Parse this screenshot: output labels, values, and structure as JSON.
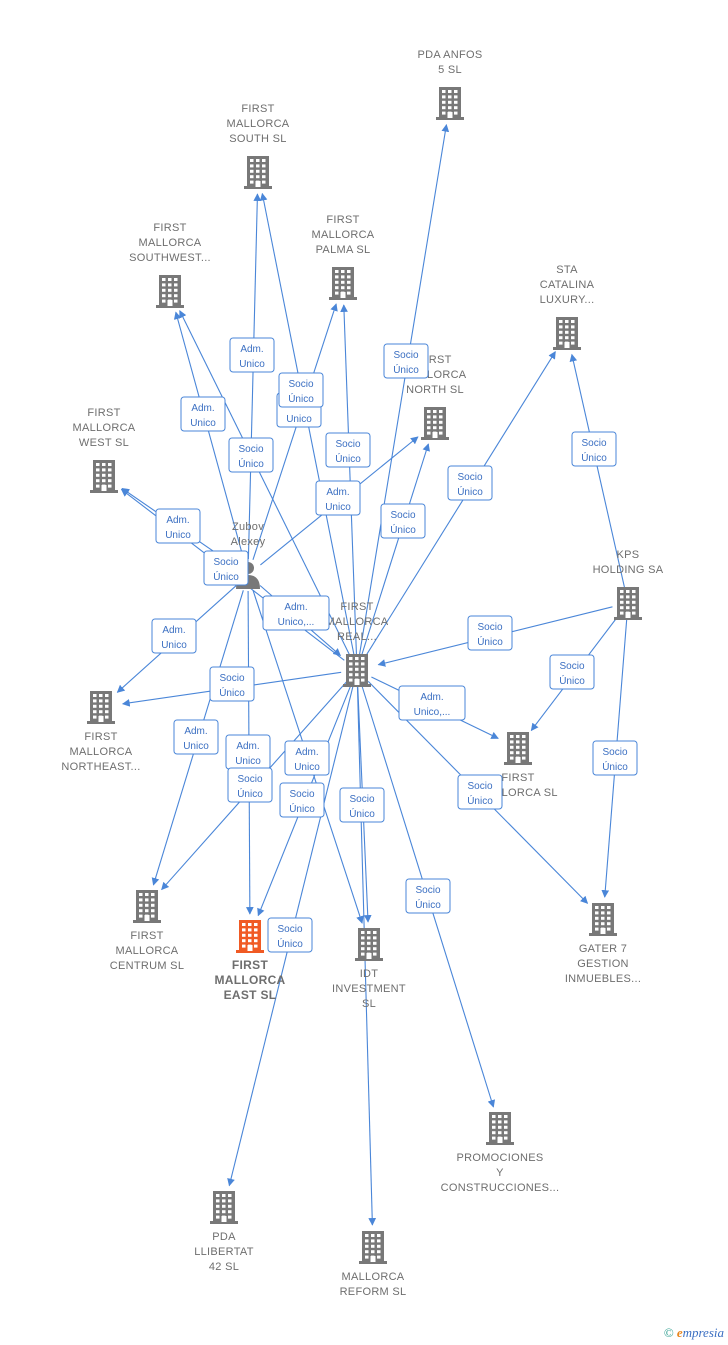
{
  "colors": {
    "edge": "#4a86d8",
    "building": "#787878",
    "focus": "#f05a24",
    "person": "#787878"
  },
  "nodes": [
    {
      "id": "pda_anfos",
      "lines": [
        "PDA ANFOS",
        "5  SL"
      ],
      "icon": "building-icon",
      "label_pos": "above"
    },
    {
      "id": "fm_south",
      "lines": [
        "FIRST",
        "MALLORCA",
        "SOUTH  SL"
      ],
      "icon": "building-icon",
      "label_pos": "above"
    },
    {
      "id": "fm_southwest",
      "lines": [
        "FIRST",
        "MALLORCA",
        "SOUTHWEST..."
      ],
      "icon": "building-icon",
      "label_pos": "above"
    },
    {
      "id": "fm_palma",
      "lines": [
        "FIRST",
        "MALLORCA",
        "PALMA  SL"
      ],
      "icon": "building-icon",
      "label_pos": "above"
    },
    {
      "id": "sta_catalina",
      "lines": [
        "STA",
        "CATALINA",
        "LUXURY..."
      ],
      "icon": "building-icon",
      "label_pos": "above"
    },
    {
      "id": "fm_north",
      "lines": [
        "FIRST",
        "MALLORCA",
        "NORTH  SL"
      ],
      "icon": "building-icon",
      "label_pos": "above"
    },
    {
      "id": "fm_west",
      "lines": [
        "FIRST",
        "MALLORCA",
        "WEST  SL"
      ],
      "icon": "building-icon",
      "label_pos": "above"
    },
    {
      "id": "zubov",
      "lines": [
        "Zubov",
        "Alexey"
      ],
      "icon": "person-icon",
      "label_pos": "above"
    },
    {
      "id": "kps",
      "lines": [
        "KPS",
        "HOLDING SA"
      ],
      "icon": "building-icon",
      "label_pos": "above"
    },
    {
      "id": "fm_real",
      "lines": [
        "FIRST",
        "MALLORCA",
        "REAL..."
      ],
      "icon": "building-icon",
      "label_pos": "above"
    },
    {
      "id": "fm_northeast",
      "lines": [
        "FIRST",
        "MALLORCA",
        "NORTHEAST..."
      ],
      "icon": "building-icon",
      "label_pos": "below"
    },
    {
      "id": "fm_sl",
      "lines": [
        "FIRST",
        "MALLORCA SL"
      ],
      "icon": "building-icon",
      "label_pos": "below"
    },
    {
      "id": "fm_centrum",
      "lines": [
        "FIRST",
        "MALLORCA",
        "CENTRUM  SL"
      ],
      "icon": "building-icon",
      "label_pos": "below"
    },
    {
      "id": "fm_east",
      "lines": [
        "FIRST",
        "MALLORCA",
        "EAST  SL"
      ],
      "icon": "building-icon",
      "label_pos": "below",
      "focus": true
    },
    {
      "id": "idt",
      "lines": [
        "IDT",
        "INVESTMENT",
        "SL"
      ],
      "icon": "building-icon",
      "label_pos": "below"
    },
    {
      "id": "gater",
      "lines": [
        "GATER 7",
        "GESTION",
        "INMUEBLES..."
      ],
      "icon": "building-icon",
      "label_pos": "below"
    },
    {
      "id": "promociones",
      "lines": [
        "PROMOCIONES",
        "Y",
        "CONSTRUCCIONES..."
      ],
      "icon": "building-icon",
      "label_pos": "below"
    },
    {
      "id": "pda_llibertat",
      "lines": [
        "PDA",
        "LLIBERTAT",
        "42  SL"
      ],
      "icon": "building-icon",
      "label_pos": "below"
    },
    {
      "id": "mallorca_reform",
      "lines": [
        "MALLORCA",
        "REFORM  SL"
      ],
      "icon": "building-icon",
      "label_pos": "below"
    }
  ],
  "edges": [
    {
      "from": "zubov",
      "to": "fm_south",
      "tag": [
        "Adm.",
        "Unico"
      ]
    },
    {
      "from": "zubov",
      "to": "fm_southwest",
      "tag": [
        "Adm.",
        "Unico"
      ]
    },
    {
      "from": "zubov",
      "to": "fm_palma",
      "tag": [
        "Adm.",
        "Unico"
      ]
    },
    {
      "from": "zubov",
      "to": "fm_north",
      "tag": [
        "Adm.",
        "Unico"
      ]
    },
    {
      "from": "zubov",
      "to": "fm_west",
      "tag": [
        "Adm.",
        "Unico"
      ]
    },
    {
      "from": "zubov",
      "to": "fm_real",
      "tag": [
        "Adm.",
        "Unico,..."
      ]
    },
    {
      "from": "zubov",
      "to": "fm_northeast",
      "tag": [
        "Adm.",
        "Unico"
      ]
    },
    {
      "from": "zubov",
      "to": "fm_centrum",
      "tag": [
        "Adm.",
        "Unico"
      ]
    },
    {
      "from": "zubov",
      "to": "fm_east",
      "tag": [
        "Adm.",
        "Unico"
      ]
    },
    {
      "from": "zubov",
      "to": "idt",
      "tag": [
        "Adm.",
        "Unico"
      ]
    },
    {
      "from": "fm_real",
      "to": "fm_south",
      "tag": [
        "Socio",
        "Único"
      ]
    },
    {
      "from": "fm_real",
      "to": "fm_southwest",
      "tag": [
        "Socio",
        "Único"
      ]
    },
    {
      "from": "fm_real",
      "to": "fm_palma",
      "tag": [
        "Socio",
        "Único"
      ]
    },
    {
      "from": "fm_real",
      "to": "pda_anfos",
      "tag": [
        "Socio",
        "Único"
      ]
    },
    {
      "from": "fm_real",
      "to": "fm_north",
      "tag": [
        "Socio",
        "Único"
      ]
    },
    {
      "from": "fm_real",
      "to": "sta_catalina",
      "tag": [
        "Socio",
        "Único"
      ]
    },
    {
      "from": "fm_real",
      "to": "fm_west",
      "tag": [
        "Socio",
        "Único"
      ]
    },
    {
      "from": "fm_real",
      "to": "fm_northeast",
      "tag": [
        "Socio",
        "Único"
      ]
    },
    {
      "from": "fm_real",
      "to": "fm_centrum",
      "tag": [
        "Socio",
        "Único"
      ]
    },
    {
      "from": "fm_real",
      "to": "fm_east",
      "tag": [
        "Socio",
        "Único"
      ]
    },
    {
      "from": "fm_real",
      "to": "idt",
      "tag": [
        "Socio",
        "Único"
      ]
    },
    {
      "from": "fm_real",
      "to": "fm_sl",
      "tag": [
        "Adm.",
        "Unico,..."
      ]
    },
    {
      "from": "fm_real",
      "to": "gater",
      "tag": [
        "Socio",
        "Único"
      ]
    },
    {
      "from": "fm_real",
      "to": "promociones",
      "tag": [
        "Socio",
        "Único"
      ]
    },
    {
      "from": "fm_real",
      "to": "pda_llibertat",
      "tag": [
        "Socio",
        "Único"
      ]
    },
    {
      "from": "fm_real",
      "to": "mallorca_reform",
      "tag": []
    },
    {
      "from": "kps",
      "to": "sta_catalina",
      "tag": [
        "Socio",
        "Único"
      ]
    },
    {
      "from": "kps",
      "to": "fm_real",
      "tag": [
        "Socio",
        "Único"
      ]
    },
    {
      "from": "kps",
      "to": "fm_sl",
      "tag": [
        "Socio",
        "Único"
      ]
    },
    {
      "from": "kps",
      "to": "gater",
      "tag": [
        "Socio",
        "Único"
      ]
    }
  ],
  "watermark": {
    "symbol": "©",
    "brand_initial": "e",
    "brand_rest": "mpresia"
  }
}
